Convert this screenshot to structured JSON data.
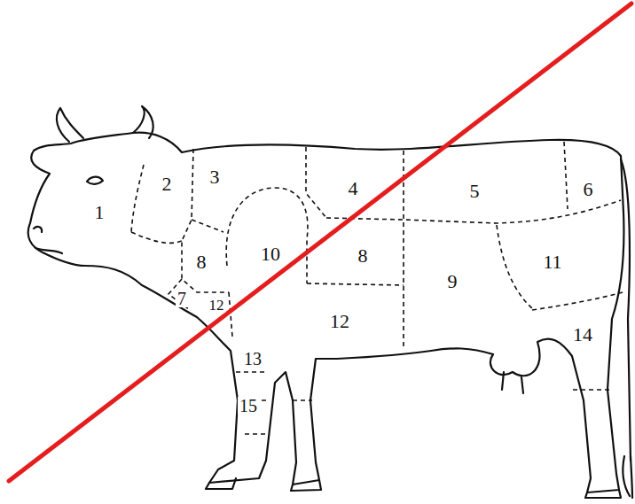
{
  "diagram": {
    "labels": [
      "3",
      "4",
      "5",
      "6",
      "2",
      "1",
      "10",
      "8",
      "8",
      "11",
      "9",
      "7",
      "12",
      "12",
      "14",
      "13",
      "15"
    ]
  }
}
